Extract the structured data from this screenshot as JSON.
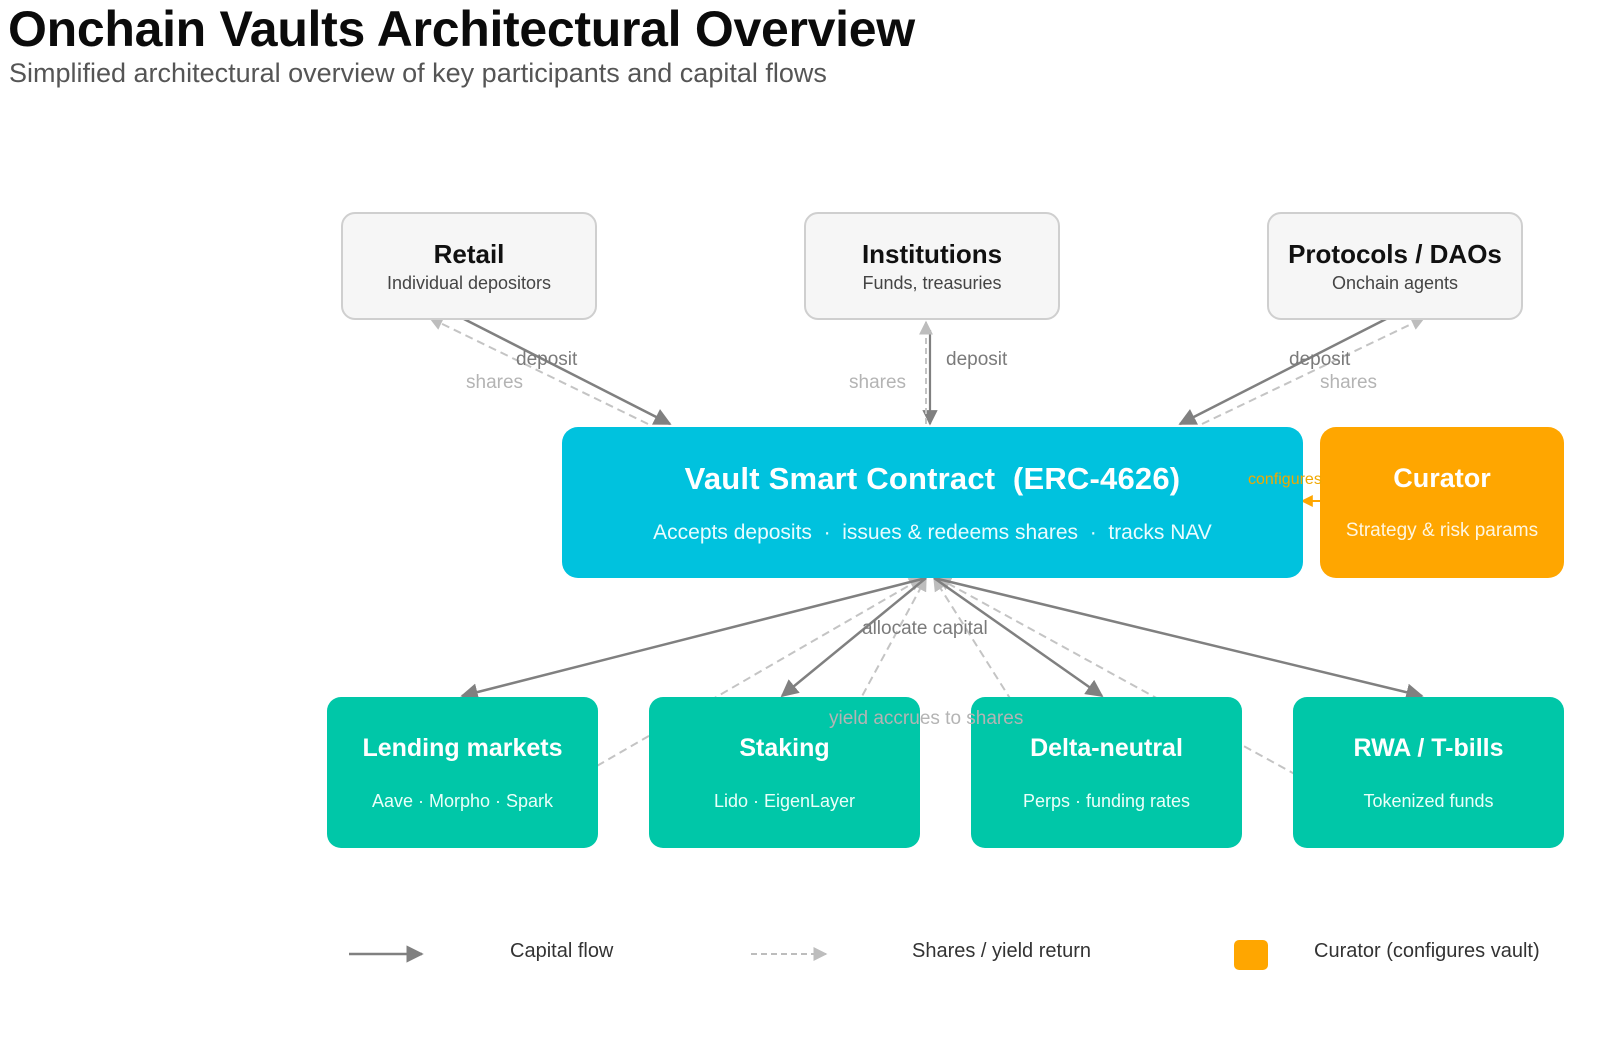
{
  "title": "Onchain Vaults Architectural Overview",
  "subtitle": "Simplified architectural overview of key participants and capital flows",
  "participants": [
    {
      "name": "Retail",
      "desc": "Individual depositors"
    },
    {
      "name": "Institutions",
      "desc": "Funds, treasuries"
    },
    {
      "name": "Protocols / DAOs",
      "desc": "Onchain agents"
    }
  ],
  "vault": {
    "name": "Vault Smart Contract  (ERC-4626)",
    "desc": "Accepts deposits  ·  issues & redeems shares  ·  tracks NAV"
  },
  "curator": {
    "name": "Curator",
    "desc": "Strategy & risk params"
  },
  "strategies": [
    {
      "name": "Lending markets",
      "desc": "Aave · Morpho · Spark"
    },
    {
      "name": "Staking",
      "desc": "Lido · EigenLayer"
    },
    {
      "name": "Delta-neutral",
      "desc": "Perps · funding rates"
    },
    {
      "name": "RWA / T-bills",
      "desc": "Tokenized funds"
    }
  ],
  "edge_labels": {
    "deposit": "deposit",
    "shares": "shares",
    "configures": "configures",
    "allocate": "allocate capital",
    "yield": "yield accrues to shares"
  },
  "legend": {
    "capital": "Capital flow",
    "shares": "Shares / yield return",
    "curator": "Curator (configures vault)"
  },
  "colors": {
    "vault": "#00c2de",
    "curator": "#ffa600",
    "strategy": "#00c7a8",
    "capital_flow": "#808080",
    "shares_flow": "#c0c0c0"
  }
}
